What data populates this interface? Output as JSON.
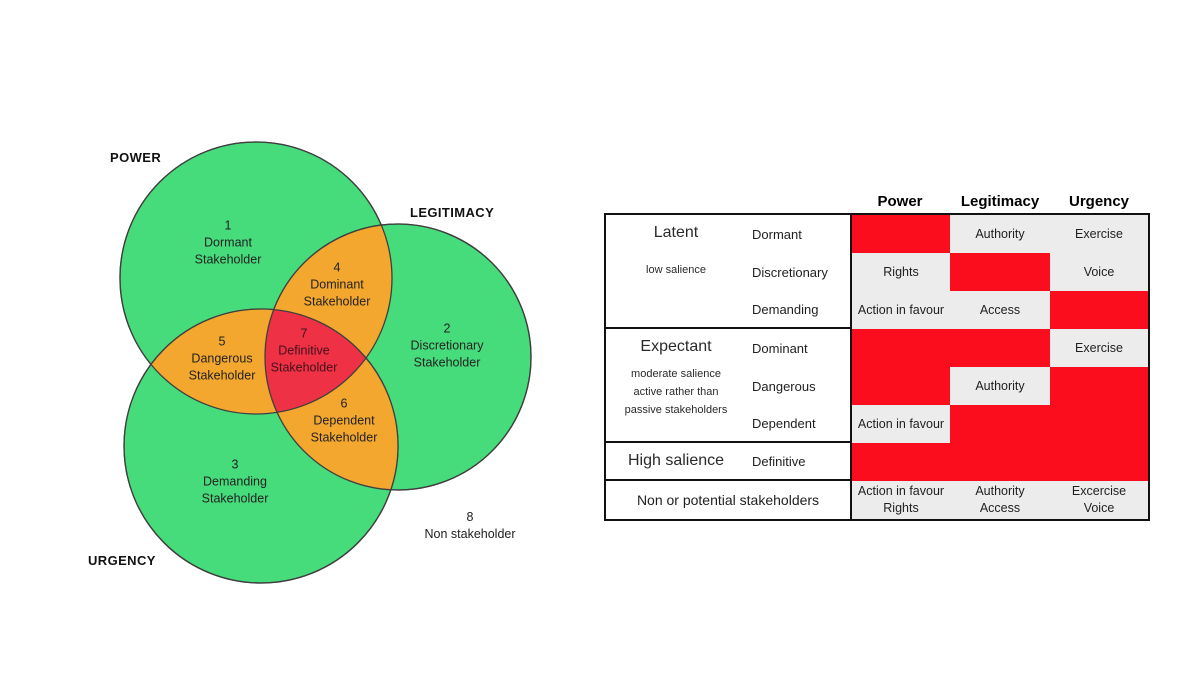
{
  "venn": {
    "circle_labels": {
      "power": "POWER",
      "legitimacy": "LEGITIMACY",
      "urgency": "URGENCY"
    },
    "regions": {
      "r1": {
        "num": "1",
        "name": "Dormant",
        "suffix": "Stakeholder"
      },
      "r2": {
        "num": "2",
        "name": "Discretionary",
        "suffix": "Stakeholder"
      },
      "r3": {
        "num": "3",
        "name": "Demanding",
        "suffix": "Stakeholder"
      },
      "r4": {
        "num": "4",
        "name": "Dominant",
        "suffix": "Stakeholder"
      },
      "r5": {
        "num": "5",
        "name": "Dangerous",
        "suffix": "Stakeholder"
      },
      "r6": {
        "num": "6",
        "name": "Dependent",
        "suffix": "Stakeholder"
      },
      "r7": {
        "num": "7",
        "name": "Definitive",
        "suffix": "Stakeholder"
      },
      "r8": {
        "num": "8",
        "name": "Non stakeholder"
      }
    },
    "colors": {
      "circle_green": "#46db7b",
      "overlap_orange": "#f3a72e",
      "center_red": "#ef3146",
      "outline": "#3f3f3f"
    }
  },
  "table": {
    "column_headers": {
      "power": "Power",
      "legitimacy": "Legitimacy",
      "urgency": "Urgency"
    },
    "groups": {
      "latent": {
        "title": "Latent",
        "sub": "low salience"
      },
      "expectant": {
        "title": "Expectant",
        "sub1": "moderate salience",
        "sub2": "active rather than",
        "sub3": "passive stakeholders"
      },
      "high": {
        "title": "High salience"
      }
    },
    "row_labels": {
      "dormant": "Dormant",
      "discretionary": "Discretionary",
      "demanding": "Demanding",
      "dominant": "Dominant",
      "dangerous": "Dangerous",
      "dependent": "Dependent",
      "definitive": "Definitive"
    },
    "cells": {
      "dormant": {
        "legitimacy": "Authority",
        "urgency": "Exercise"
      },
      "discretionary": {
        "power": "Rights",
        "urgency": "Voice"
      },
      "demanding": {
        "power": "Action in favour",
        "legitimacy": "Access"
      },
      "dominant": {
        "urgency": "Exercise"
      },
      "dangerous": {
        "legitimacy": "Authority"
      },
      "dependent": {
        "power": "Action in favour"
      }
    },
    "footer": {
      "label": "Non or potential stakeholders",
      "power_line1": "Action in favour",
      "power_line2": "Rights",
      "legitimacy_line1": "Authority",
      "legitimacy_line2": "Access",
      "urgency_line1": "Excercise",
      "urgency_line2": "Voice"
    },
    "colors": {
      "highlight_red": "#fb0d1d",
      "cell_grey": "#ececec",
      "border": "#111111"
    }
  }
}
